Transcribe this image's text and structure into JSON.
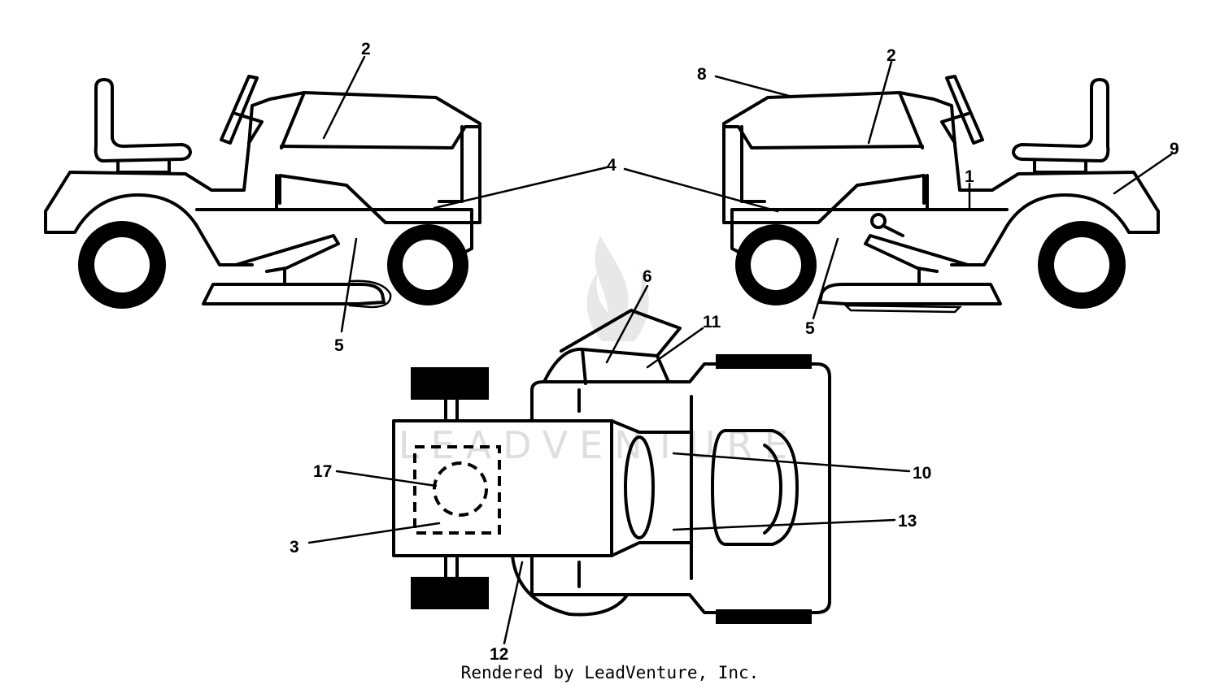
{
  "watermark": "LEADVENTURE",
  "footer": "Rendered by LeadVenture, Inc.",
  "callouts": {
    "left_hood": "2",
    "left_side": "4",
    "left_frame": "5",
    "right_top": "8",
    "right_hood": "2",
    "right_side": "4",
    "right_lever": "1",
    "right_fender": "9",
    "right_frame": "5",
    "top_chute": "6",
    "top_chute_tip": "11",
    "top_center": "10",
    "top_lower": "13",
    "top_seat": "17",
    "top_deck_left": "3",
    "top_bottom": "12"
  }
}
